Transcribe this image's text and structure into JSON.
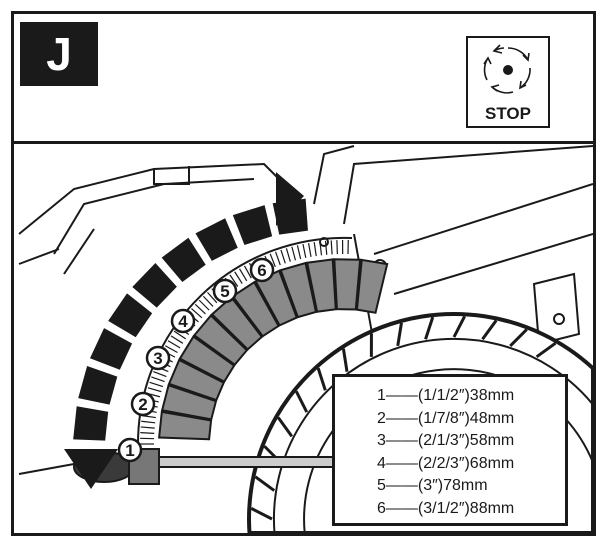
{
  "step_label": "J",
  "stop_icon": {
    "icon": "rotating-blade-stop-icon",
    "label": "STOP"
  },
  "position_markers": [
    "1",
    "2",
    "3",
    "4",
    "5",
    "6"
  ],
  "legend": [
    "1——(1/1/2″)38mm",
    "2——(1/7/8″)48mm",
    "3——(2/1/3″)58mm",
    "4——(2/2/3″)68mm",
    "5——(3″)78mm",
    "6——(3/1/2″)88mm"
  ]
}
